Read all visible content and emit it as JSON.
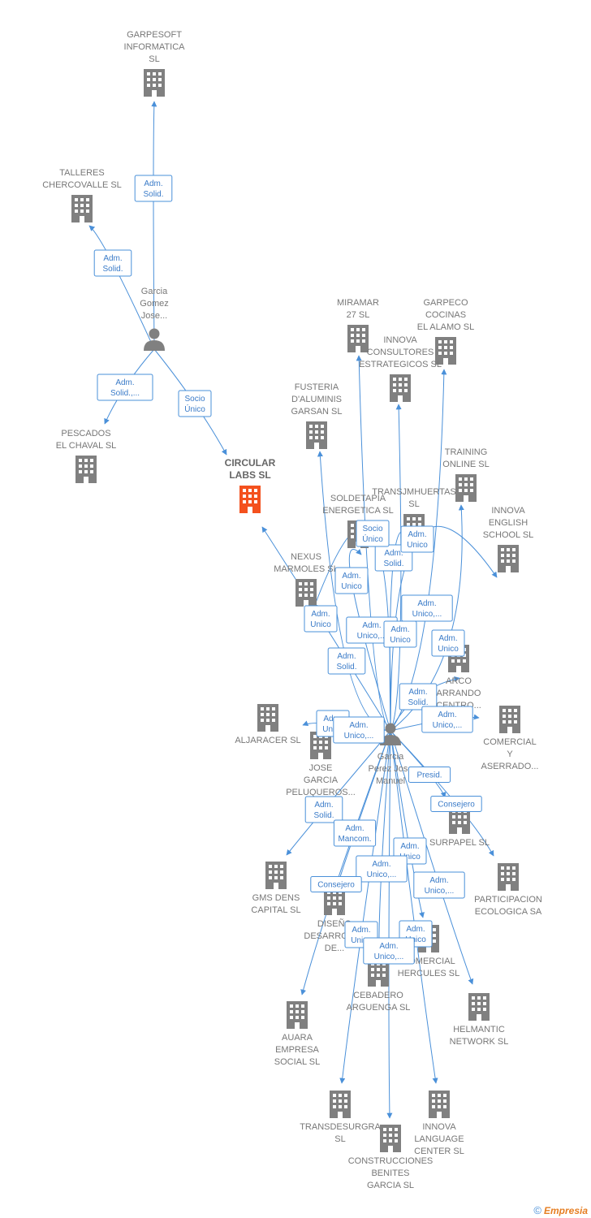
{
  "colors": {
    "edge": "#4a90d9",
    "company": "#808080",
    "highlight": "#f4511e",
    "person": "#808080",
    "badge_text": "#3a7bc8"
  },
  "nodes": [
    {
      "id": "garpesoft",
      "type": "company",
      "label": [
        "GARPESOFT",
        "INFORMATICA",
        "SL"
      ]
    },
    {
      "id": "talleres",
      "type": "company",
      "label": [
        "TALLERES",
        "CHERCOVALLE SL"
      ]
    },
    {
      "id": "garcia_gomez",
      "type": "person",
      "label": [
        "Garcia",
        "Gomez",
        "Jose..."
      ]
    },
    {
      "id": "pescados",
      "type": "company",
      "label": [
        "PESCADOS",
        "EL CHAVAL  SL"
      ]
    },
    {
      "id": "circular",
      "type": "company",
      "highlight": true,
      "label": [
        "CIRCULAR",
        "LABS  SL"
      ]
    },
    {
      "id": "miramar",
      "type": "company",
      "label": [
        "MIRAMAR",
        "27  SL"
      ]
    },
    {
      "id": "garpeco",
      "type": "company",
      "label": [
        "GARPECO",
        "COCINAS",
        "EL ALAMO SL"
      ]
    },
    {
      "id": "innova_consult",
      "type": "company",
      "label": [
        "INNOVA",
        "CONSULTORES",
        "ESTRATEGICOS SL"
      ]
    },
    {
      "id": "fusteria",
      "type": "company",
      "label": [
        "FUSTERIA",
        "D'ALUMINIS",
        "GARSAN SL"
      ]
    },
    {
      "id": "training",
      "type": "company",
      "label": [
        "TRAINING",
        "ONLINE  SL"
      ]
    },
    {
      "id": "soldetapia",
      "type": "company",
      "label": [
        "SOLDETAPIA",
        "ENERGETICA SL"
      ]
    },
    {
      "id": "transmhuertas",
      "type": "company",
      "label": [
        "TRANSJMHUERTAS",
        "SL"
      ]
    },
    {
      "id": "innova_english",
      "type": "company",
      "label": [
        "INNOVA",
        "ENGLISH",
        "SCHOOL  SL"
      ]
    },
    {
      "id": "nexus",
      "type": "company",
      "label": [
        "NEXUS",
        "MARMOLES  SL"
      ]
    },
    {
      "id": "arco",
      "type": "company",
      "label": [
        "ARCO",
        "ARRANDO",
        "CENTRO..."
      ]
    },
    {
      "id": "aljaracer",
      "type": "company",
      "label": [
        "ALJARACER SL"
      ]
    },
    {
      "id": "comercial_y",
      "type": "company",
      "label": [
        "COMERCIAL",
        "Y",
        "ASERRADO..."
      ]
    },
    {
      "id": "garcia_perez",
      "type": "person",
      "label": [
        "Garcia",
        "Perez Jose",
        "Manuel"
      ]
    },
    {
      "id": "jose_garcia",
      "type": "company",
      "label": [
        "JOSE",
        "GARCIA",
        "PELUQUEROS..."
      ]
    },
    {
      "id": "surpapel",
      "type": "company",
      "label": [
        "SURPAPEL SL"
      ]
    },
    {
      "id": "gms",
      "type": "company",
      "label": [
        "GMS DENS",
        "CAPITAL  SL"
      ]
    },
    {
      "id": "participacion",
      "type": "company",
      "label": [
        "PARTICIPACION",
        "ECOLOGICA SA"
      ]
    },
    {
      "id": "diseno",
      "type": "company",
      "label": [
        "DISEÑO",
        "DESARROLLO",
        "DE..."
      ]
    },
    {
      "id": "comercial_hercules",
      "type": "company",
      "label": [
        "COMERCIAL",
        "HERCULES SL"
      ]
    },
    {
      "id": "cebadero",
      "type": "company",
      "label": [
        "CEBADERO",
        "ARGUENGA  SL"
      ]
    },
    {
      "id": "helmantic",
      "type": "company",
      "label": [
        "HELMANTIC",
        "NETWORK  SL"
      ]
    },
    {
      "id": "auara",
      "type": "company",
      "label": [
        "AUARA",
        "EMPRESA",
        "SOCIAL  SL"
      ]
    },
    {
      "id": "transdesurgra",
      "type": "company",
      "label": [
        "TRANSDESURGRA",
        "SL"
      ]
    },
    {
      "id": "innova_language",
      "type": "company",
      "label": [
        "INNOVA",
        "LANGUAGE",
        "CENTER  SL"
      ]
    },
    {
      "id": "construcciones",
      "type": "company",
      "label": [
        "CONSTRUCCIONES",
        "BENITES",
        "GARCIA  SL"
      ]
    }
  ],
  "edges": [
    {
      "from": "garcia_gomez",
      "to": "garpesoft",
      "label": [
        "Adm.",
        "Solid."
      ]
    },
    {
      "from": "garcia_gomez",
      "to": "talleres",
      "label": [
        "Adm.",
        "Solid."
      ]
    },
    {
      "from": "garcia_gomez",
      "to": "pescados",
      "label": [
        "Adm.",
        "Solid.,..."
      ]
    },
    {
      "from": "garcia_gomez",
      "to": "circular",
      "label": [
        "Socio",
        "Único"
      ]
    },
    {
      "from": "garcia_perez",
      "to": "circular",
      "label": [
        "Adm.",
        "Unico"
      ]
    },
    {
      "from": "garcia_perez",
      "to": "miramar",
      "label": [
        "Adm.",
        "Unico,..."
      ]
    },
    {
      "from": "garcia_perez",
      "to": "garpeco",
      "label": [
        "Adm.",
        "Unico,..."
      ]
    },
    {
      "from": "garcia_perez",
      "to": "innova_consult",
      "label": [
        "Adm.",
        "Unico"
      ]
    },
    {
      "from": "garcia_perez",
      "to": "fusteria",
      "label": [
        "Adm.",
        "Solid."
      ]
    },
    {
      "from": "garcia_perez",
      "to": "training",
      "label": [
        "Adm.",
        "Unico"
      ]
    },
    {
      "from": "garcia_perez",
      "to": "soldetapia",
      "label": [
        "Adm.",
        "Unico"
      ]
    },
    {
      "from": "garcia_perez",
      "to": "transmhuertas",
      "label": [
        "Adm.",
        "Solid."
      ]
    },
    {
      "from": "garcia_perez",
      "to": "innova_english",
      "label": [
        "Adm.",
        "Unico"
      ]
    },
    {
      "from": "garcia_perez",
      "to": "nexus",
      "label": [
        "Socio",
        "Único"
      ]
    },
    {
      "from": "garcia_perez",
      "to": "arco",
      "label": [
        "Adm.",
        "Solid."
      ]
    },
    {
      "from": "garcia_perez",
      "to": "aljaracer",
      "label": [
        "Adm.",
        "Unico"
      ]
    },
    {
      "from": "garcia_perez",
      "to": "comercial_y",
      "label": [
        "Adm.",
        "Unico,..."
      ]
    },
    {
      "from": "garcia_perez",
      "to": "jose_garcia",
      "label": [
        "Adm.",
        "Unico,..."
      ]
    },
    {
      "from": "garcia_perez",
      "to": "surpapel",
      "label": [
        "Presid."
      ]
    },
    {
      "from": "garcia_perez",
      "to": "participacion",
      "label": [
        "Consejero"
      ]
    },
    {
      "from": "garcia_perez",
      "to": "gms",
      "label": [
        "Adm.",
        "Solid."
      ]
    },
    {
      "from": "garcia_perez",
      "to": "diseno",
      "label": [
        "Adm.",
        "Mancom."
      ]
    },
    {
      "from": "garcia_perez",
      "to": "comercial_hercules",
      "label": [
        "Adm.",
        "Unico"
      ]
    },
    {
      "from": "garcia_perez",
      "to": "cebadero",
      "label": [
        "Adm.",
        "Unico,..."
      ]
    },
    {
      "from": "garcia_perez",
      "to": "helmantic",
      "label": [
        "Adm.",
        "Unico,..."
      ]
    },
    {
      "from": "garcia_perez",
      "to": "auara",
      "label": [
        "Consejero"
      ]
    },
    {
      "from": "garcia_perez",
      "to": "transdesurgra",
      "label": [
        "Adm.",
        "Unico"
      ]
    },
    {
      "from": "garcia_perez",
      "to": "innova_language",
      "label": [
        "Adm.",
        "Unico"
      ]
    },
    {
      "from": "garcia_perez",
      "to": "construcciones",
      "label": [
        "Adm.",
        "Unico,..."
      ]
    }
  ],
  "copyright": {
    "symbol": "©",
    "brand": "Empresia"
  }
}
